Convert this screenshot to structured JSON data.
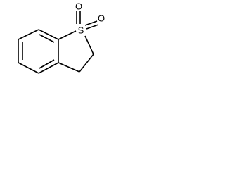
{
  "molecule": {
    "atoms": {
      "sulfur": "S",
      "oxygen_top": "O",
      "oxygen_right": "O"
    },
    "colors": {
      "bond": "#000000",
      "label": "#000000",
      "background": "#ffffff"
    }
  }
}
